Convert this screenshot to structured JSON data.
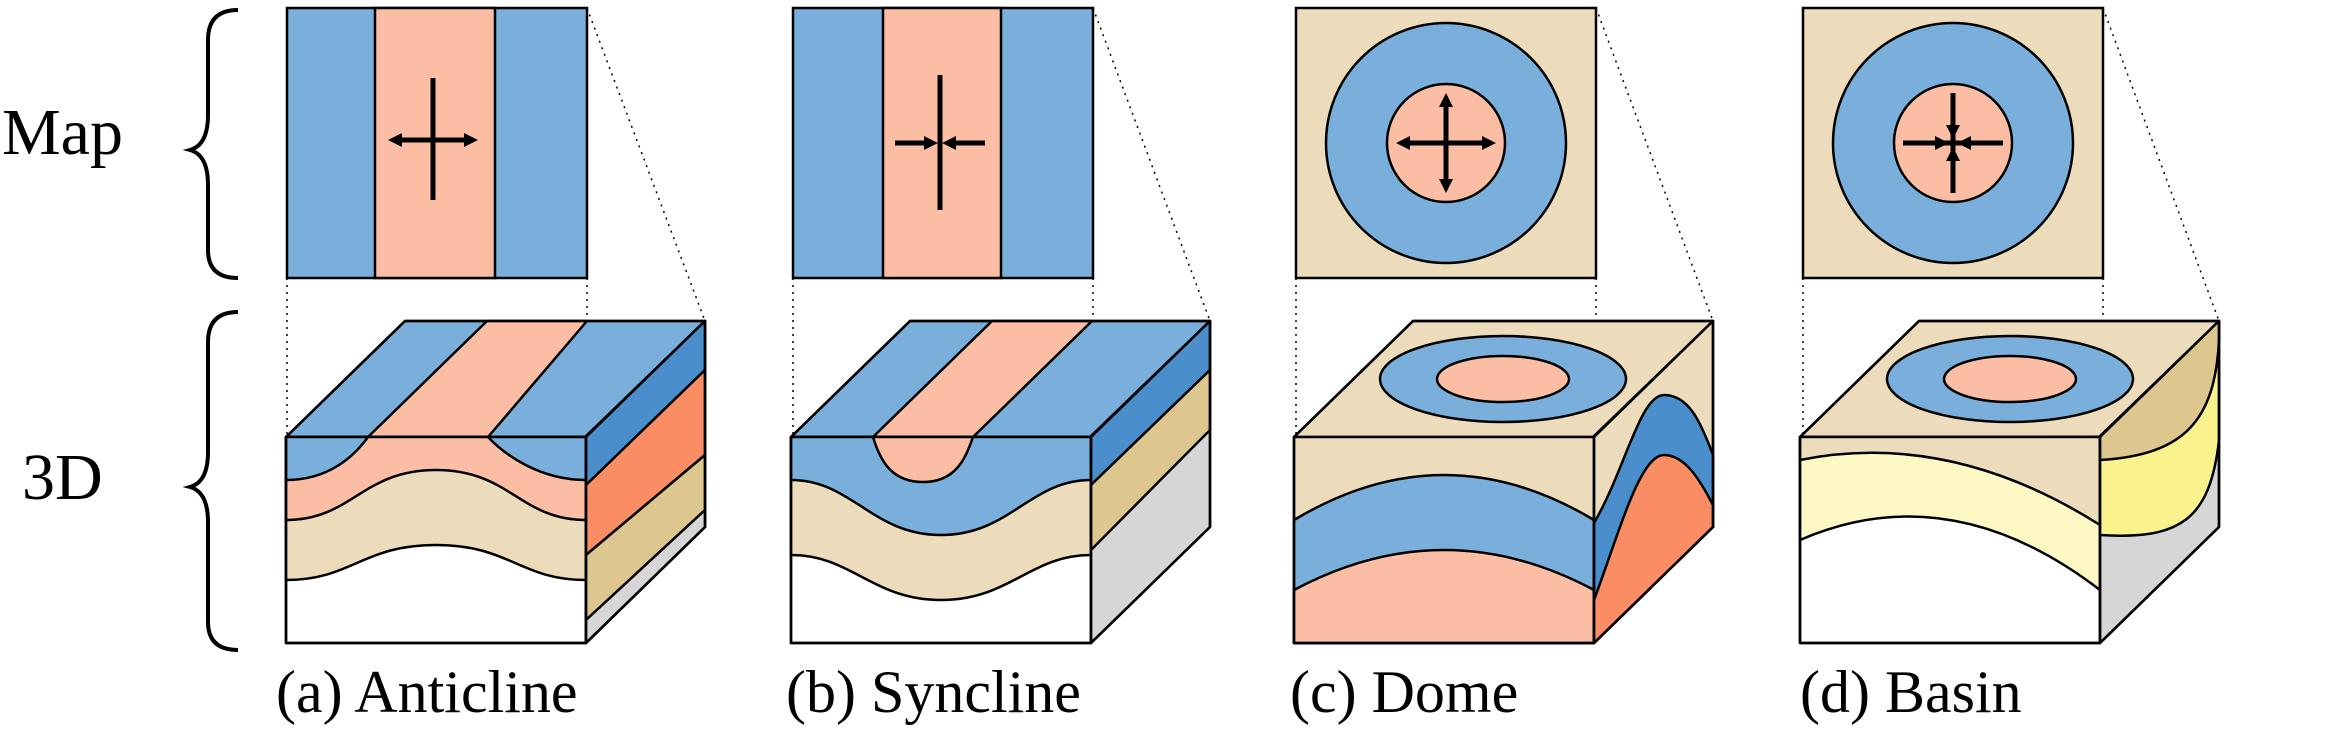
{
  "row_labels": {
    "map": "Map",
    "three_d": "3D"
  },
  "captions": {
    "anticline": "(a) Anticline",
    "syncline": "(b) Syncline",
    "dome": "(c) Dome",
    "basin": "(d) Basin"
  },
  "colors": {
    "blue": "#7aaedb",
    "blue_dark": "#4a8fcc",
    "salmon": "#fbbea5",
    "salmon_dark": "#fa8d63",
    "tan": "#ecdcbc",
    "tan_side": "#dec68f",
    "cream": "#fdf8c4",
    "yellow": "#faf38d",
    "gray": "#d6d6d6",
    "white": "#ffffff",
    "outline": "#000000"
  }
}
